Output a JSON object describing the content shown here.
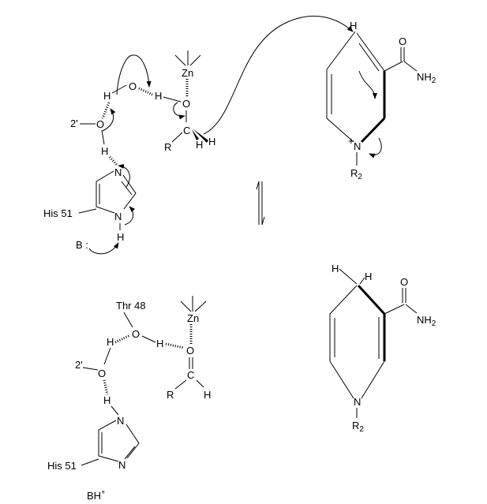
{
  "top": {
    "zn": "Zn",
    "o_water": "O",
    "h1": "H",
    "h2": "H",
    "o_sub": "O",
    "o_2p": "O",
    "two_prime": "2'",
    "c": "C",
    "r": "R",
    "h_c1": "H",
    "h_c2": "H",
    "h_his": "H",
    "n1": "N",
    "n2": "N",
    "h_n": "H",
    "his": "His 51",
    "base": "B :"
  },
  "nad_top": {
    "h": "H",
    "o": "O",
    "nh2": "NH",
    "nh2_sub": "2",
    "plus": "+",
    "n": "N",
    "r2": "R",
    "r2_sub": "2"
  },
  "bottom": {
    "thr": "Thr 48",
    "o_thr": "O",
    "h1": "H",
    "h2": "H",
    "zn": "Zn",
    "o_ald": "O",
    "c": "C",
    "r": "R",
    "h_c": "H",
    "two_prime": "2'",
    "o_2p": "O",
    "h_his": "H",
    "n1": "N",
    "n2": "N",
    "his": "His 51",
    "bh": "BH",
    "bh_sup": "+"
  },
  "nadh": {
    "h1": "H",
    "h2": "H",
    "o": "O",
    "nh2": "NH",
    "nh2_sub": "2",
    "n": "N",
    "r2": "R",
    "r2_sub": "2"
  }
}
